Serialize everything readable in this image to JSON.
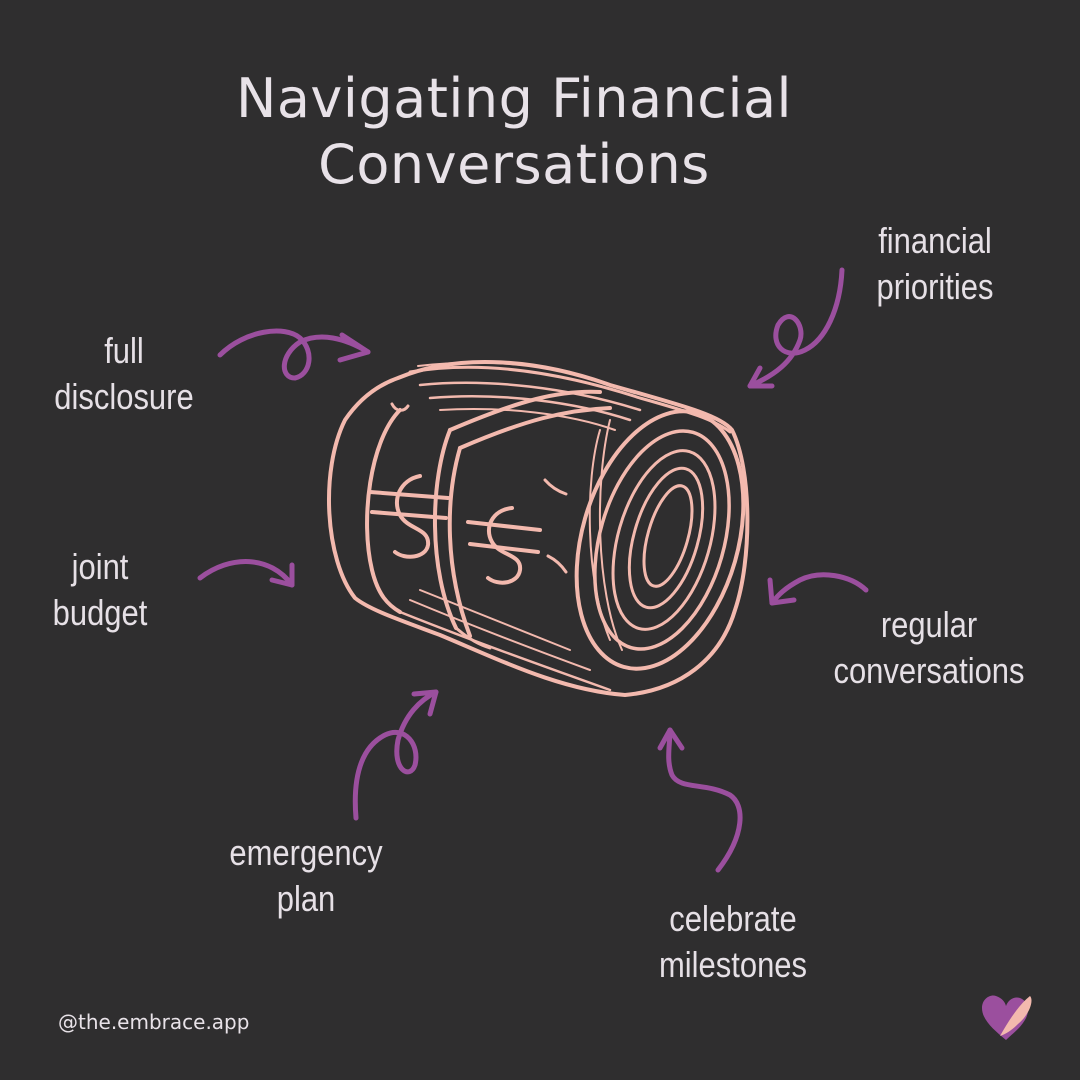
{
  "title": {
    "line1": "Navigating Financial",
    "line2": "Conversations"
  },
  "labels": {
    "full_disclosure": [
      "full",
      "disclosure"
    ],
    "joint_budget": [
      "joint",
      "budget"
    ],
    "emergency_plan": [
      "emergency",
      "plan"
    ],
    "financial_priorities": [
      "financial",
      "priorities"
    ],
    "regular_conversations": [
      "regular",
      "conversations"
    ],
    "celebrate_milestones": [
      "celebrate",
      "milestones"
    ]
  },
  "handle": "@the.embrace.app",
  "icons": {
    "center": "money-roll-icon",
    "logo": "heart-feather-logo-icon"
  },
  "colors": {
    "background": "#2f2e2f",
    "text": "#e6e0e6",
    "arrow": "#9b4f9e",
    "illustration": "#f3b9ae",
    "logo": "#9b4f9e"
  }
}
